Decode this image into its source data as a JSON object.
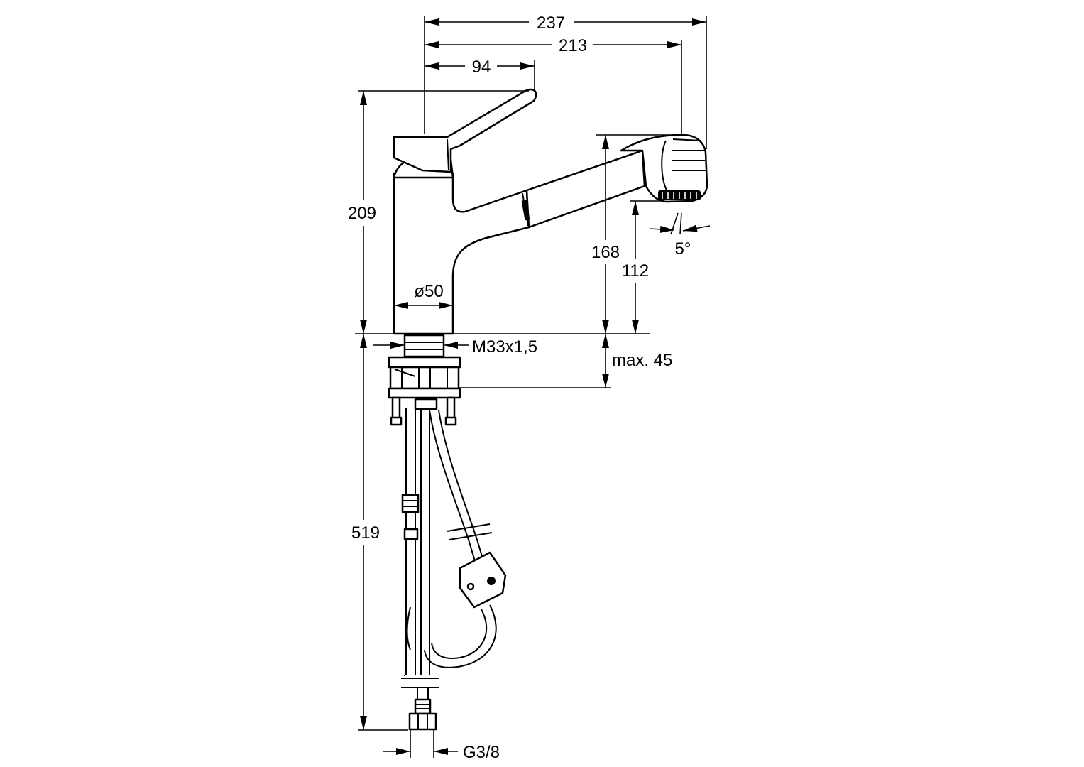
{
  "drawing": {
    "subject": "",
    "line_color": "#000000",
    "background": "#ffffff"
  },
  "dimensions": {
    "overall_width": "237",
    "spout_reach": "213",
    "lever_offset": "94",
    "height_to_lever": "209",
    "spout_outlet_height": "168",
    "aerator_height": "112",
    "spray_angle": "5°",
    "body_diameter": "ø50",
    "thread_size": "M33x1,5",
    "max_deck_thickness": "max. 45",
    "hose_length": "519",
    "connection_thread": "G3/8"
  }
}
